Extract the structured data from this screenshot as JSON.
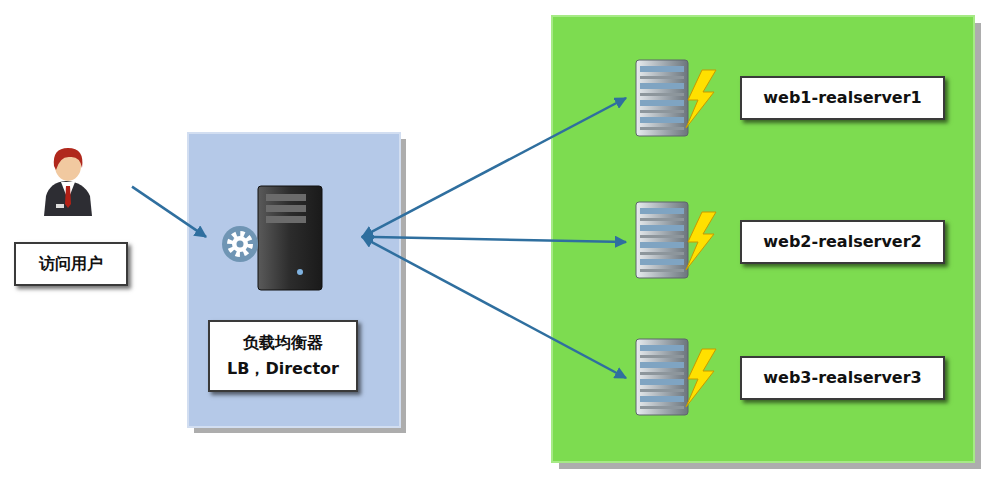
{
  "diagram": {
    "nodes": [
      {
        "text": [
          "访问用户"
        ]
      },
      {
        "text": [
          "负载均衡器",
          "LB，Director"
        ]
      },
      {
        "text": [
          "web1-realserver1"
        ]
      },
      {
        "text": [
          "web2-realserver2"
        ]
      },
      {
        "text": [
          "web3-realserver3"
        ]
      }
    ],
    "edges": [
      {
        "from": 0,
        "to": 1,
        "arrow": "to"
      },
      {
        "from": 1,
        "to": 2,
        "arrow": "both"
      },
      {
        "from": 1,
        "to": 3,
        "arrow": "both"
      },
      {
        "from": 1,
        "to": 4,
        "arrow": "both"
      }
    ]
  }
}
